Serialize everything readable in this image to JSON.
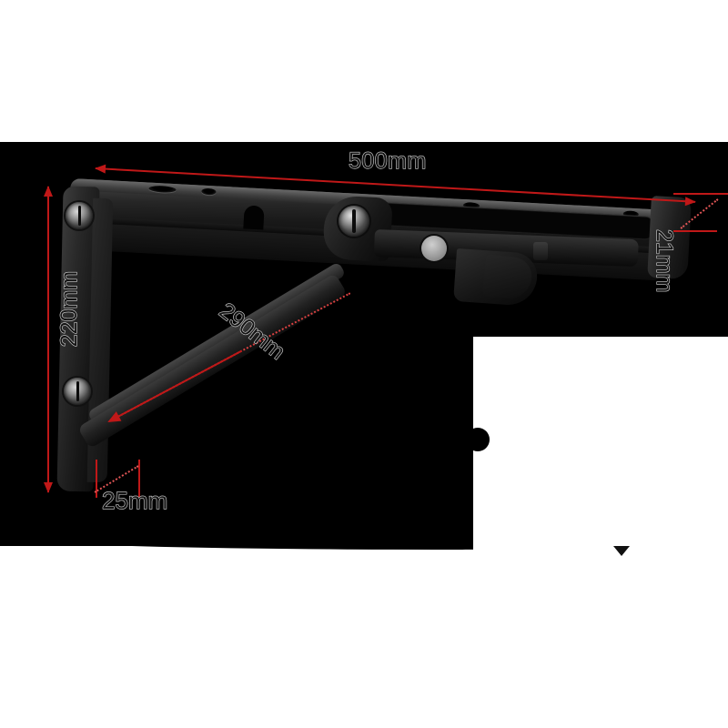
{
  "image": {
    "subject": "Folding shelf bracket",
    "view": "side profile product photo with dimension callouts",
    "background_color": "#000000",
    "page_color": "#ffffff",
    "annotation_color": "#c01818"
  },
  "dimensions": {
    "length": {
      "label": "500mm",
      "value": 500,
      "unit": "mm",
      "orientation": "horizontal",
      "style": "double-arrow"
    },
    "height": {
      "label": "220mm",
      "value": 220,
      "unit": "mm",
      "orientation": "vertical",
      "style": "double-arrow"
    },
    "diagonal": {
      "label": "290mm",
      "value": 290,
      "unit": "mm",
      "orientation": "diagonal",
      "style": "leader-arrow"
    },
    "plate_width": {
      "label": "25mm",
      "value": 25,
      "unit": "mm",
      "orientation": "horizontal",
      "style": "extension-ticks"
    },
    "arm_thickness": {
      "label": "21mm",
      "value": 21,
      "unit": "mm",
      "orientation": "vertical",
      "style": "extension-ticks"
    }
  },
  "parts": {
    "top_arm": "horizontal-shelf-arm",
    "wall_plate": "vertical-wall-plate",
    "brace": "diagonal-support-brace",
    "pivot": "pivot-bolt",
    "rivet": "lock-rivet",
    "hook": "release-hook",
    "end_cap": "arm-end-cap"
  }
}
